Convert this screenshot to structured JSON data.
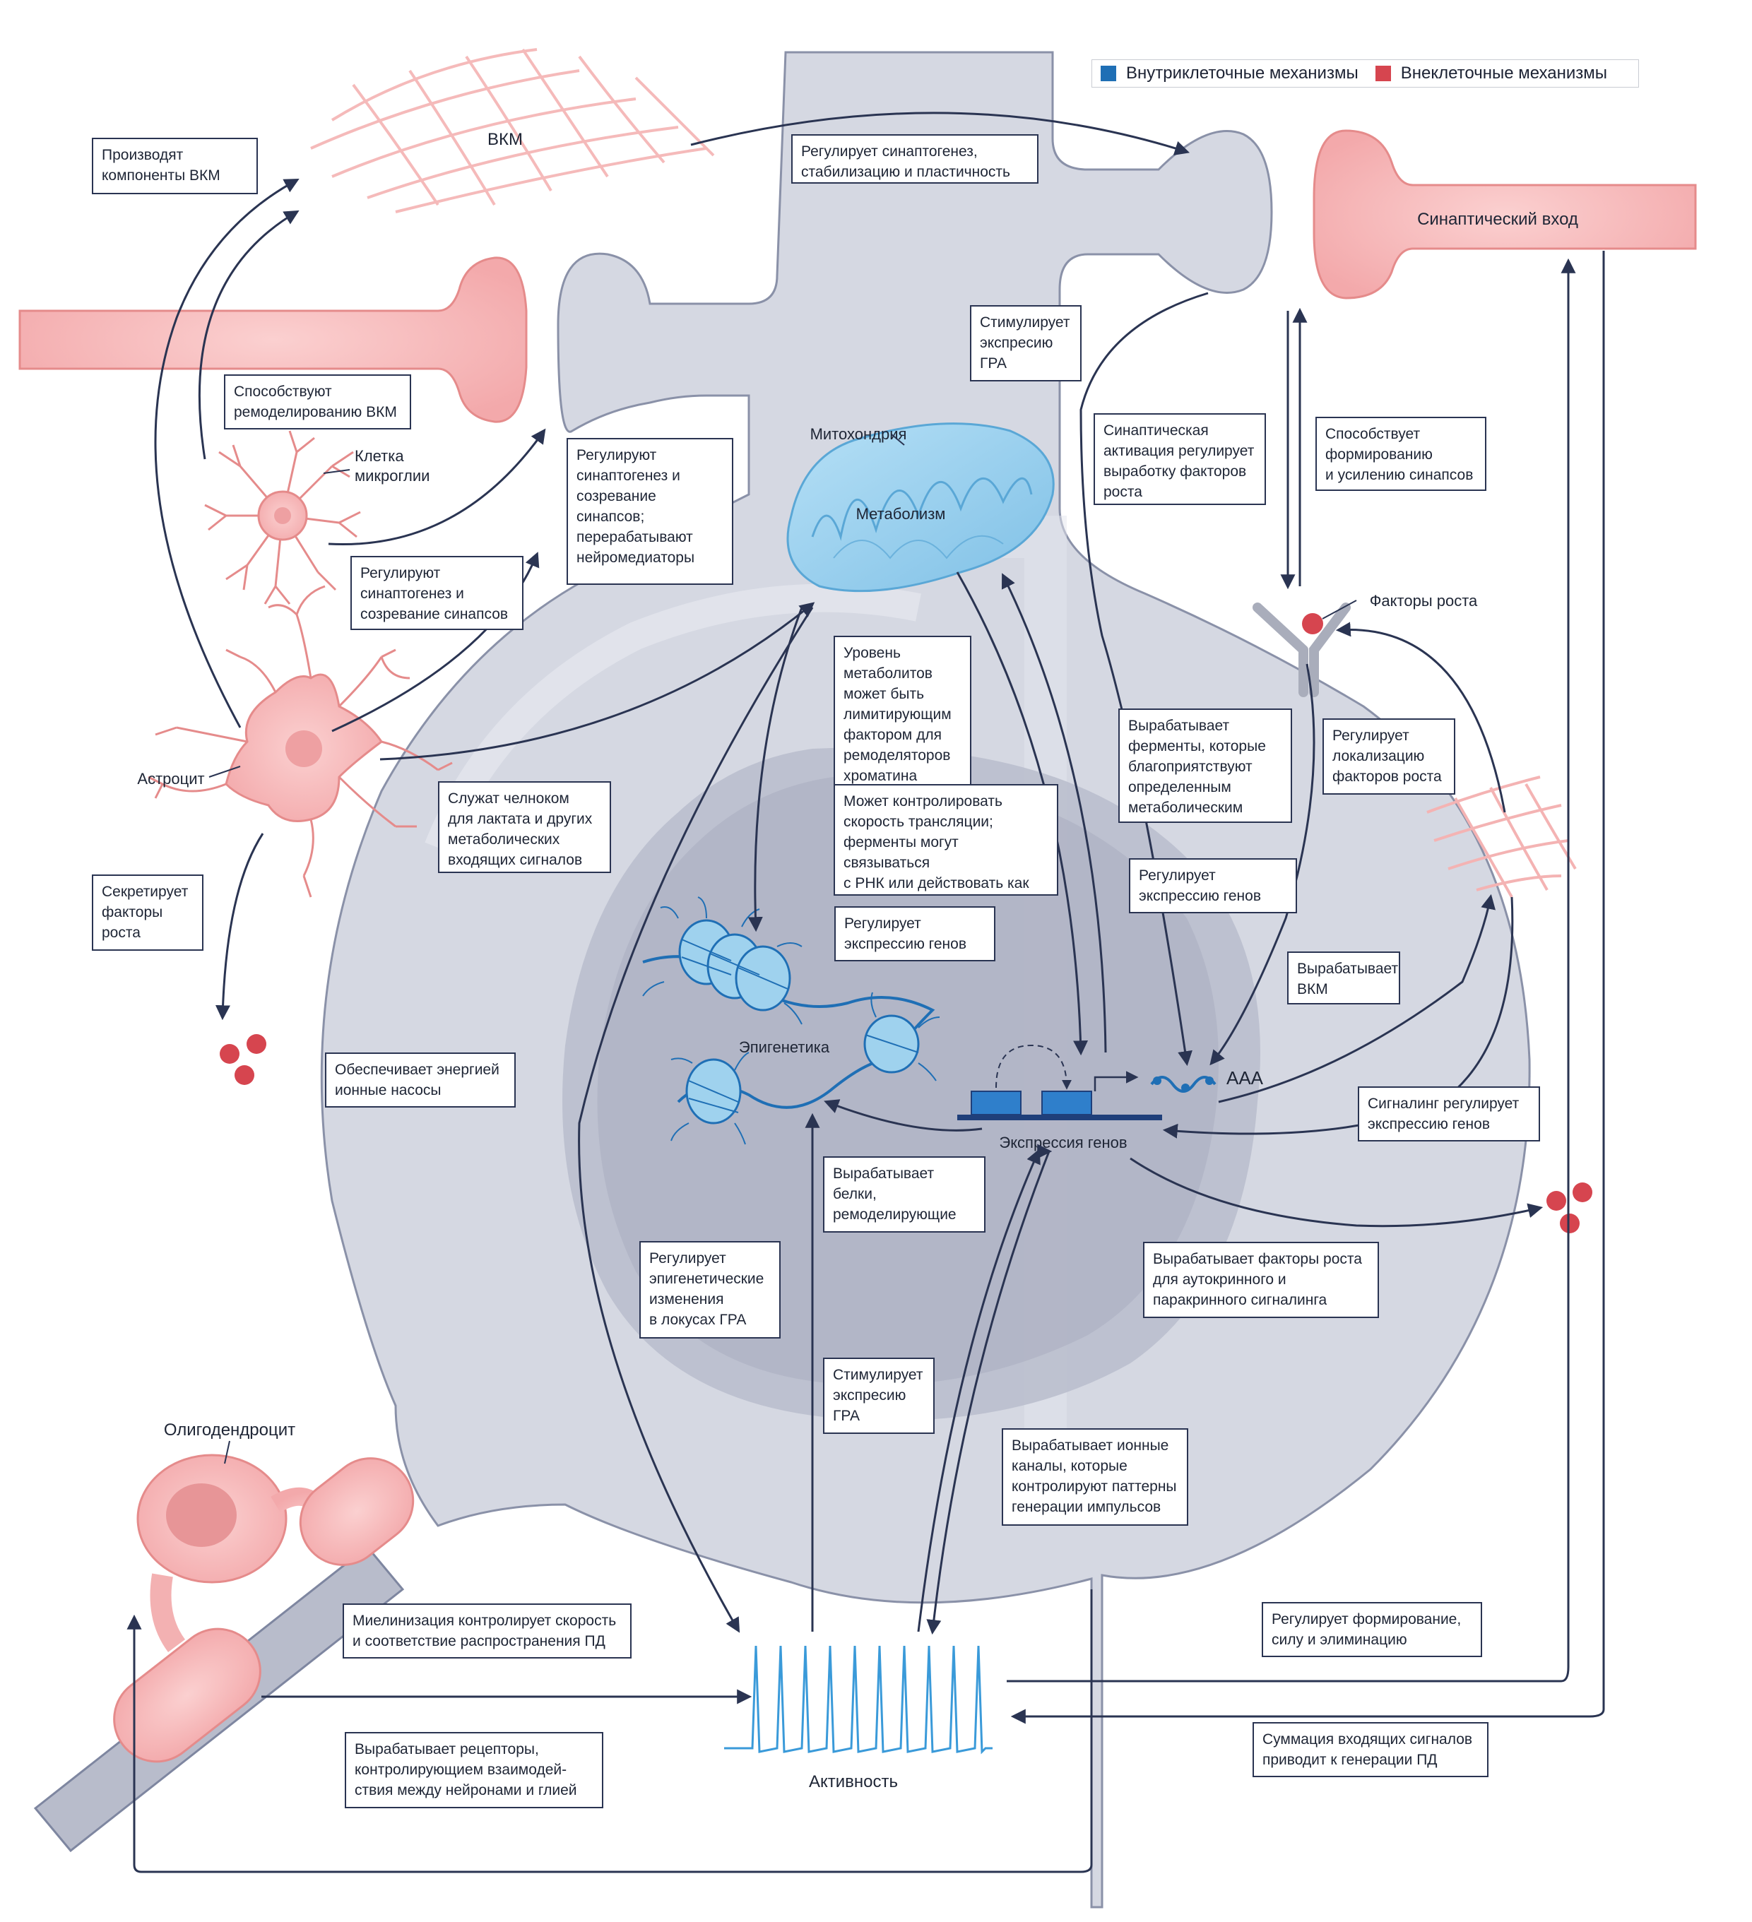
{
  "legend": {
    "items": [
      {
        "label": "Внутриклеточные механизмы",
        "color": "#1f6fb5"
      },
      {
        "label": "Внеклеточные механизмы",
        "color": "#d6454f"
      }
    ]
  },
  "colors": {
    "neuron_fill": "#d5d8e2",
    "nucleus_fill": "#bcc0cf",
    "nucleus_inner": "#a9adc0",
    "glia_pink": "#f4b3b3",
    "glia_stroke": "#e58b8b",
    "mito_blue": "#9fd2ee",
    "arrow": "#2a3452",
    "dna_blue": "#1f6fb5"
  },
  "structures": {
    "ecm": "ВКМ",
    "synaptic_input": "Синаптический вход",
    "microglia": "Клетка\nмикроглии",
    "astrocyte": "Астроцит",
    "oligodendrocyte": "Олигодендроцит",
    "mitochondrion": "Митохондрия",
    "metabolism": "Метаболизм",
    "growth_factors": "Факторы роста",
    "epigenetics": "Эпигенетика",
    "gene_expression": "Экспрессия генов",
    "polyA": "AAA",
    "activity": "Активность"
  },
  "callouts": [
    {
      "key": "produce_ecm",
      "text": "Производят\nкомпоненты ВКМ"
    },
    {
      "key": "ecm_regulates",
      "text": "Регулирует синаптогенез,\nстабилизацию и пластичность"
    },
    {
      "key": "stim_expr_top",
      "text": "Стимулирует\nэкспресию\nГРА"
    },
    {
      "key": "remodel_ecm",
      "text": "Способствуют\nремоделированию ВКМ"
    },
    {
      "key": "regulate_synaptogenesis_right",
      "text": "Регулируют\nсинаптогенез и\nсозревание\nсинапсов;\nперерабатывают\nнейромедиаторы"
    },
    {
      "key": "syn_activation",
      "text": "Синаптическая\nактивация регулирует\nвыработку факторов\nроста"
    },
    {
      "key": "promotes_synapses",
      "text": "Способствует\nформированию\nи усилению синапсов"
    },
    {
      "key": "regulate_synaptogenesis_left",
      "text": "Регулируют\nсинаптогенез и\nсозревание синапсов"
    },
    {
      "key": "metabolite_level",
      "text": "Уровень\nметаболитов\nможет быть\nлимитирующим\nфактором для\nремоделяторов\nхроматина"
    },
    {
      "key": "enzymes_paths",
      "text": "Вырабатывает\nферменты, которые\nблагоприятствуют\nопределенным\nметаболическим путям"
    },
    {
      "key": "regulates_localization",
      "text": "Регулирует\nлокализацию\nфакторов роста"
    },
    {
      "key": "lactate_shuttle",
      "text": "Служат челноком\nдля лактата и других\nметаболических\nвходящих сигналов"
    },
    {
      "key": "translation_rate",
      "text": "Может контролировать\nскорость трансляции;\nферменты могут связываться\nс РНК или действовать как\nкоактиваторы транскрипции"
    },
    {
      "key": "secretes_gf",
      "text": "Секретирует\nфакторы\nроста"
    },
    {
      "key": "regulates_gene_expr_mid",
      "text": "Регулирует\nэкспрессию генов"
    },
    {
      "key": "regulates_gene_expr_right",
      "text": "Регулирует\nэкспрессию генов"
    },
    {
      "key": "produces_ecm",
      "text": "Вырабатывает\nВКМ"
    },
    {
      "key": "energy_pumps",
      "text": "Обеспечивает энергией\nионные насосы"
    },
    {
      "key": "signaling",
      "text": "Сигналинг регулирует\nэкспрессию генов"
    },
    {
      "key": "chromatin_proteins",
      "text": "Вырабатывает белки,\nремоделирующие\nхроматин"
    },
    {
      "key": "gf_autocrine",
      "text": "Вырабатывает факторы роста\nдля аутокринного и\nпаракринного сигналинга"
    },
    {
      "key": "epigenetic_changes",
      "text": "Регулирует\nэпигенетические\nизменения\nв локусах ГРА"
    },
    {
      "key": "stim_expr_bottom",
      "text": "Стимулирует\nэкспресию\nГРА"
    },
    {
      "key": "ion_channels",
      "text": "Вырабатывает ионные\nканалы, которые\nконтролируют паттерны\nгенерации импульсов"
    },
    {
      "key": "myelination",
      "text": "Миелинизация контролирует скорость\nи соответствие распространения ПД"
    },
    {
      "key": "synapse_elimination",
      "text": "Регулирует формирование,\nсилу и элиминацию синапсов"
    },
    {
      "key": "receptors_glia",
      "text": "Вырабатывает рецепторы,\nконтролирующием взаимодей-\nствия между нейронами и глией"
    },
    {
      "key": "summation",
      "text": "Суммация входящих сигналов\nприводит к генерации ПД"
    }
  ]
}
